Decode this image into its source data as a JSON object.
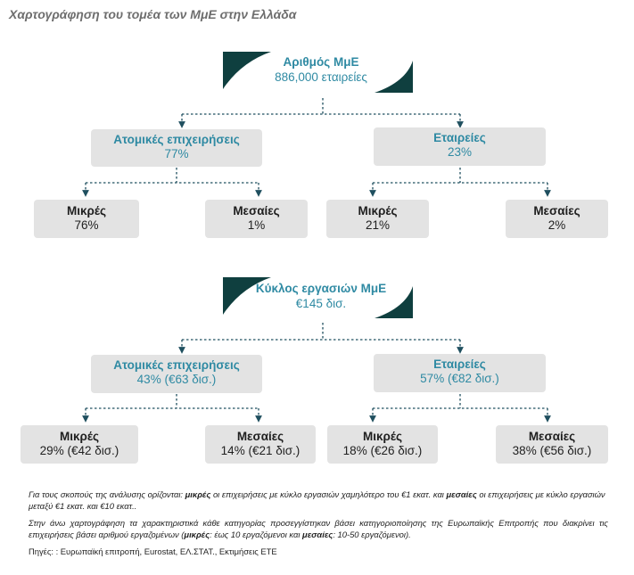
{
  "page_title": "Χαρτογράφηση του τομέα των ΜμΕ στην Ελλάδα",
  "tree1": {
    "root": {
      "title": "Αριθμός ΜμΕ",
      "value": "886,000 εταιρείες"
    },
    "left": {
      "title": "Ατομικές επιχειρήσεις",
      "value": "77%",
      "children": [
        {
          "title": "Μικρές",
          "value": "76%"
        },
        {
          "title": "Μεσαίες",
          "value": "1%"
        }
      ]
    },
    "right": {
      "title": "Εταιρείες",
      "value": "23%",
      "children": [
        {
          "title": "Μικρές",
          "value": "21%"
        },
        {
          "title": "Μεσαίες",
          "value": "2%"
        }
      ]
    }
  },
  "tree2": {
    "root": {
      "title": "Κύκλος εργασιών ΜμΕ",
      "value": "€145 δισ."
    },
    "left": {
      "title": "Ατομικές επιχειρήσεις",
      "value": "43% (€63 δισ.)",
      "children": [
        {
          "title": "Μικρές",
          "value": "29% (€42 δισ.)"
        },
        {
          "title": "Μεσαίες",
          "value": "14% (€21 δισ.)"
        }
      ]
    },
    "right": {
      "title": "Εταιρείες",
      "value": "57% (€82 δισ.)",
      "children": [
        {
          "title": "Μικρές",
          "value": "18% (€26 δισ.)"
        },
        {
          "title": "Μεσαίες",
          "value": "38% (€56 δισ.)"
        }
      ]
    }
  },
  "notes": {
    "n1_a": "Για τους σκοπούς της ανάλυσης ορίζονται: ",
    "n1_b": "μικρές",
    "n1_c": " οι επιχειρήσεις με κύκλο εργασιών χαμηλότερο του €1 εκατ. και ",
    "n1_d": "μεσαίες",
    "n1_e": " οι επιχειρήσεις με κύκλο εργασιών μεταξύ €1 εκατ. και €10 εκατ..",
    "n2_a": "Στην άνω χαρτογράφηση τα χαρακτηριστικά κάθε κατηγορίας προσεγγίστηκαν βάσει κατηγοριοποίησης της Ευρωπαϊκής Επιτροπής που διακρίνει τις επιχειρήσεις βάσει αριθμού εργαζομένων (",
    "n2_b": "μικρές",
    "n2_c": ": έως 10 εργαζόμενοι και ",
    "n2_d": "μεσαίες",
    "n2_e": ": 10-50 εργαζόμενοι).",
    "sources": "Πηγές: : Ευρωπαϊκή επιτροπή, Eurostat, ΕΛ.ΣΤΑΤ., Εκτιμήσεις ΕΤΕ"
  },
  "colors": {
    "accent": "#2f8aa3",
    "dark_teal": "#0f3f3f",
    "box": "#e3e3e3",
    "connector": "#1f4f5f"
  }
}
